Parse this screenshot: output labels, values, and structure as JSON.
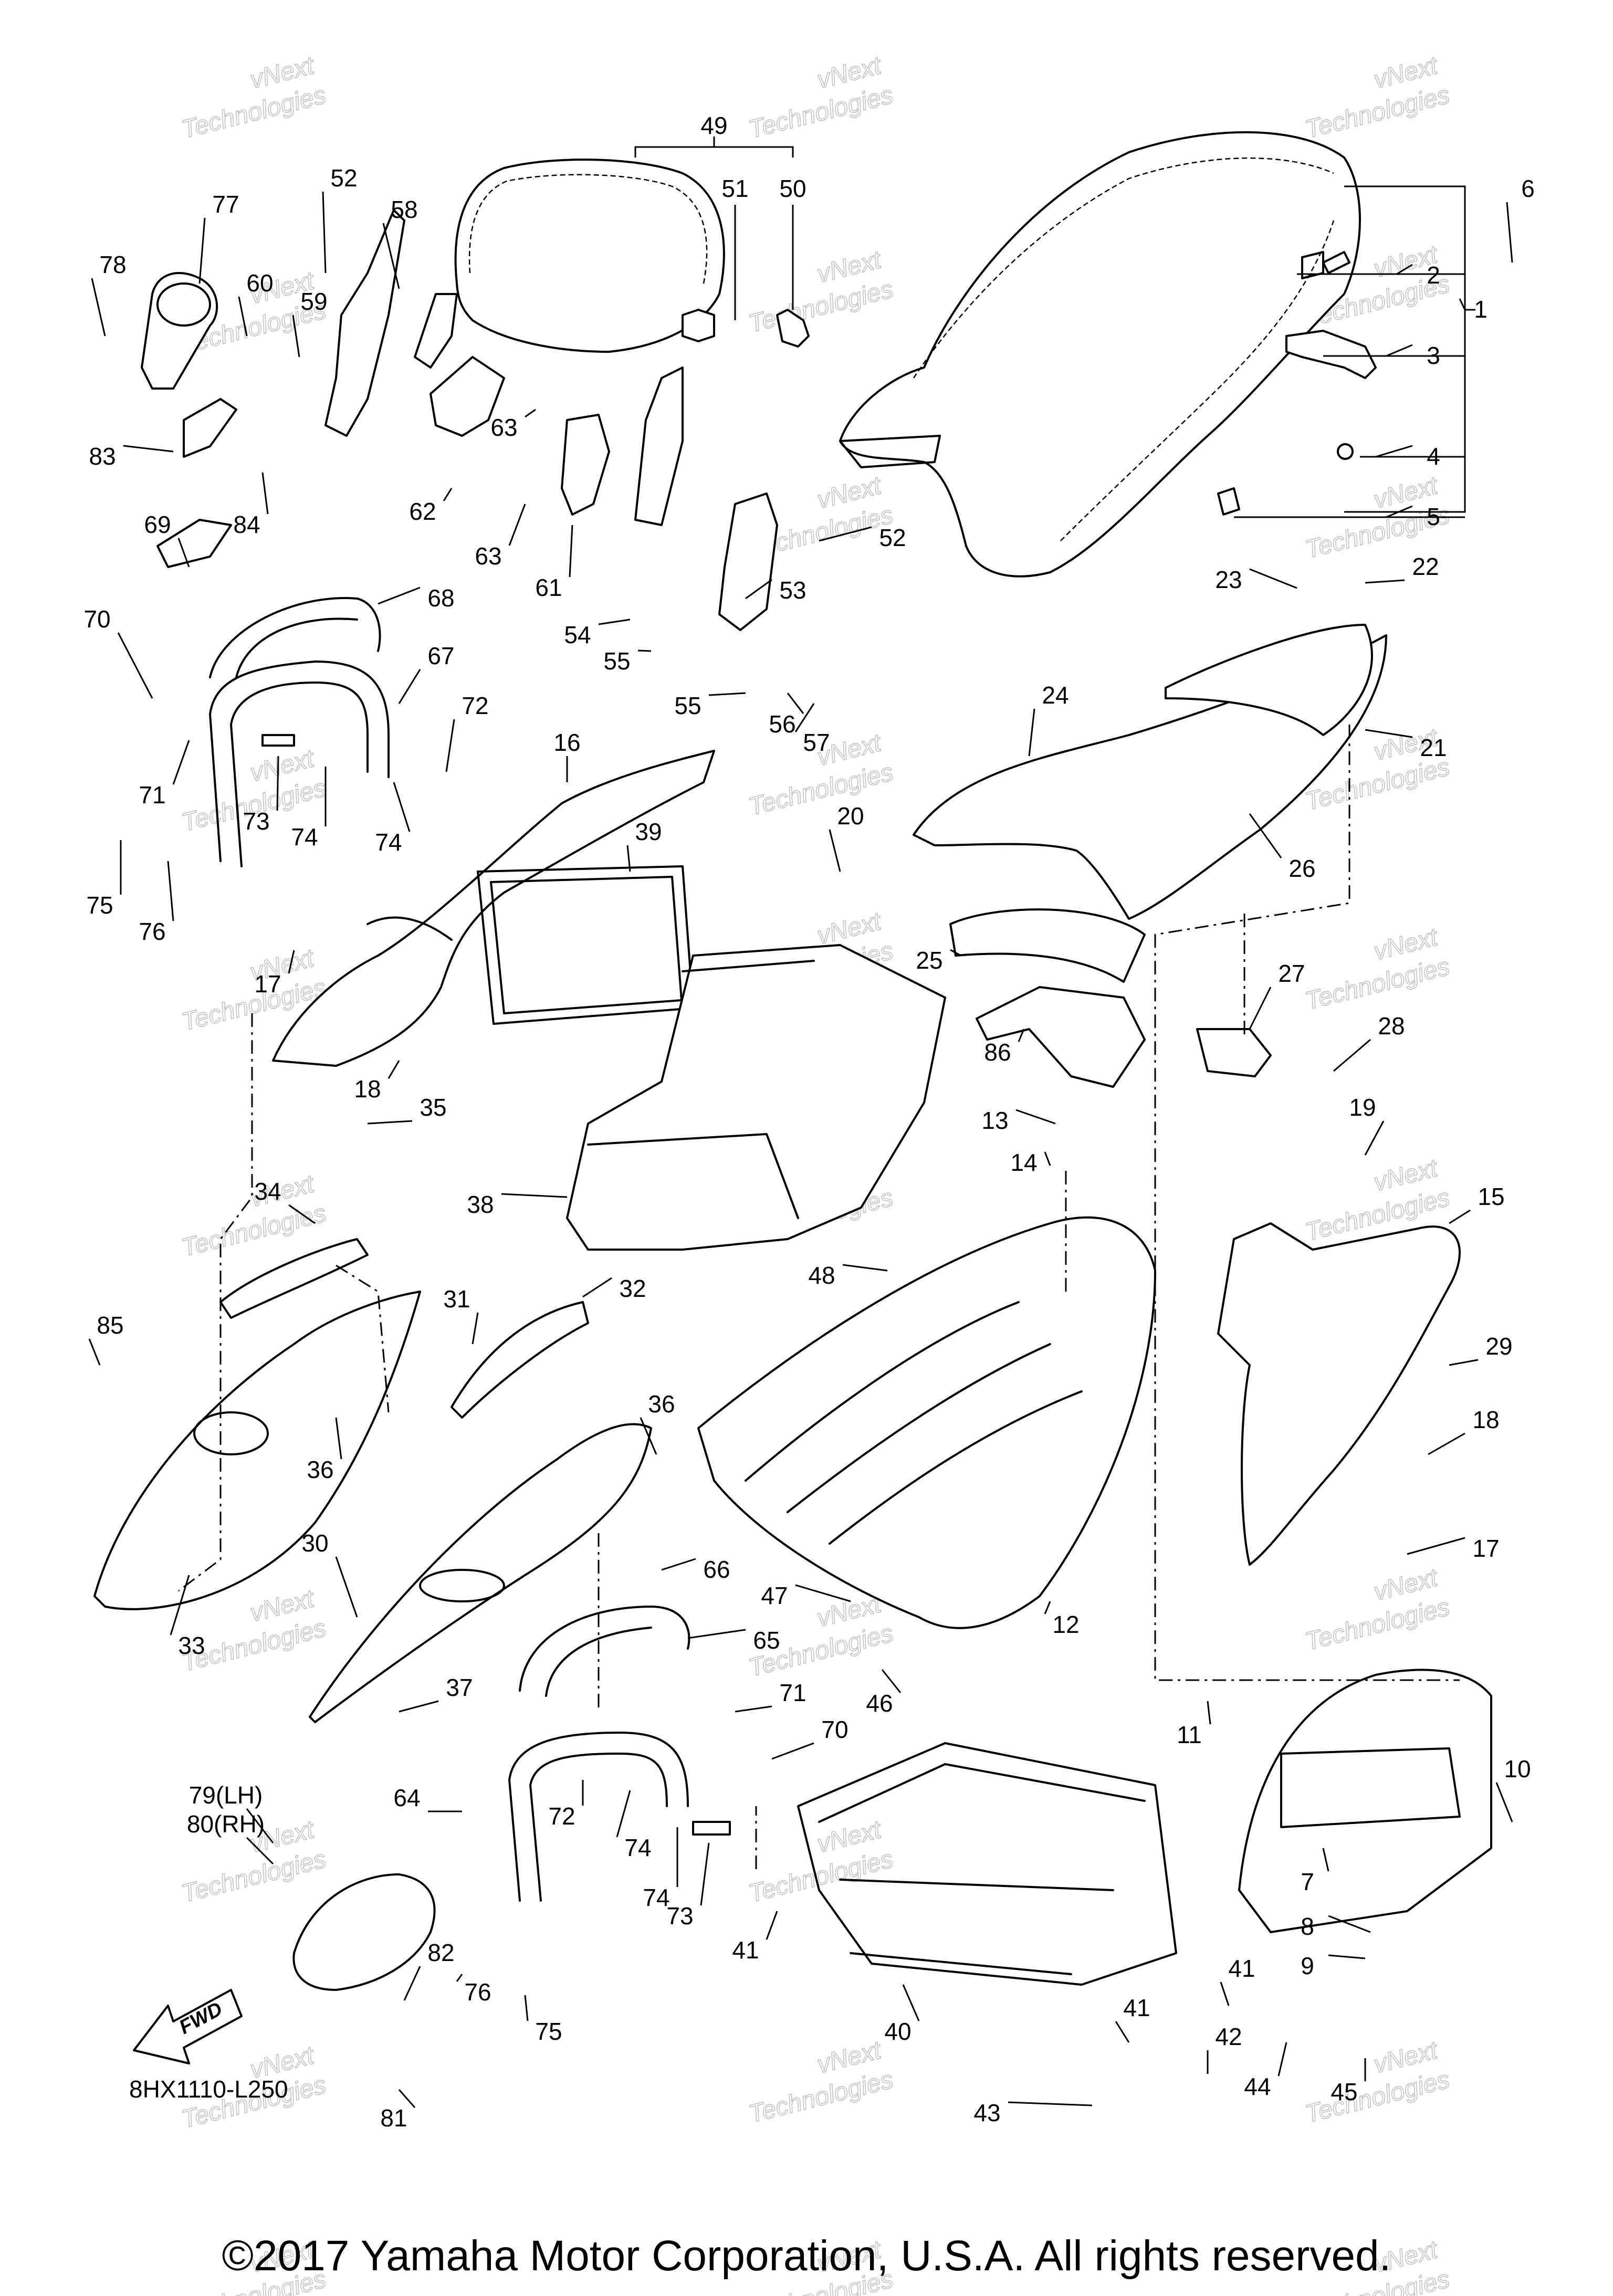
{
  "diagram_code": "8HX1110-L250",
  "copyright": "©2017 Yamaha Motor Corporation, U.S.A. All rights reserved.",
  "fwd_label": "FWD",
  "watermark": {
    "line1": "vNext",
    "line2": "Technologies"
  },
  "callouts": {
    "p1": "1",
    "p2": "2",
    "p3": "3",
    "p4": "4",
    "p5": "5",
    "p6": "6",
    "p7": "7",
    "p8": "8",
    "p9": "9",
    "p10": "10",
    "p11": "11",
    "p12": "12",
    "p13": "13",
    "p14": "14",
    "p15": "15",
    "p16": "16",
    "p17a": "17",
    "p17b": "17",
    "p18a": "18",
    "p18b": "18",
    "p19": "19",
    "p20": "20",
    "p21": "21",
    "p22": "22",
    "p23": "23",
    "p24": "24",
    "p25": "25",
    "p26": "26",
    "p27": "27",
    "p28": "28",
    "p29": "29",
    "p30": "30",
    "p31": "31",
    "p32": "32",
    "p33": "33",
    "p34": "34",
    "p35": "35",
    "p36a": "36",
    "p36b": "36",
    "p37": "37",
    "p38": "38",
    "p39": "39",
    "p40": "40",
    "p41a": "41",
    "p41b": "41",
    "p41c": "41",
    "p42": "42",
    "p43": "43",
    "p44": "44",
    "p45": "45",
    "p46": "46",
    "p47": "47",
    "p48": "48",
    "p49": "49",
    "p50": "50",
    "p51": "51",
    "p52a": "52",
    "p52b": "52",
    "p53": "53",
    "p54": "54",
    "p55a": "55",
    "p55b": "55",
    "p56": "56",
    "p57": "57",
    "p58": "58",
    "p59": "59",
    "p60": "60",
    "p61": "61",
    "p62": "62",
    "p63a": "63",
    "p63b": "63",
    "p64": "64",
    "p65": "65",
    "p66": "66",
    "p67": "67",
    "p68": "68",
    "p69": "69",
    "p70a": "70",
    "p70b": "70",
    "p71a": "71",
    "p71b": "71",
    "p72a": "72",
    "p72b": "72",
    "p73a": "73",
    "p73b": "73",
    "p74a": "74",
    "p74b": "74",
    "p74c": "74",
    "p74d": "74",
    "p75a": "75",
    "p75b": "75",
    "p76a": "76",
    "p76b": "76",
    "p77": "77",
    "p78": "78",
    "p79": "79(LH)",
    "p80": "80(RH)",
    "p81": "81",
    "p82": "82",
    "p83": "83",
    "p84": "84",
    "p85": "85",
    "p86": "86"
  }
}
